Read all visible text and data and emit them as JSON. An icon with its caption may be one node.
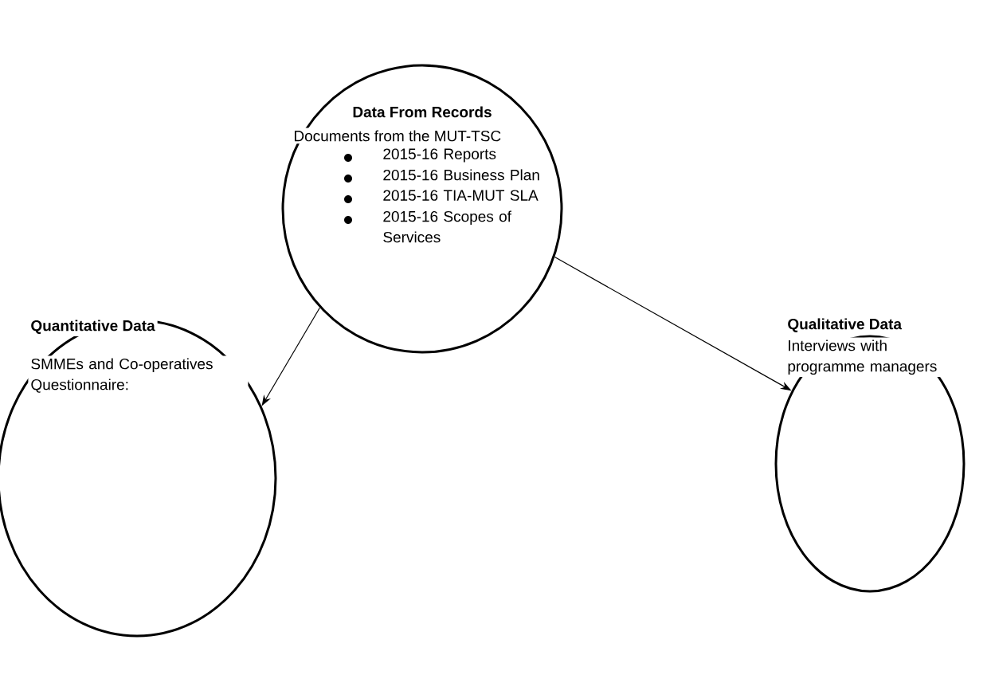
{
  "diagram": {
    "nodes": [
      {
        "text": [
          "Data From Records",
          "Documents from the MUT-TSC",
          "2015-16 Reports",
          "2015-16 Business Plan",
          "2015-16 TIA-MUT SLA",
          "2015-16 Scopes of Services"
        ]
      },
      {
        "text": [
          "Quantitative Data",
          "SMMEs and Co-operatives Questionnaire:"
        ]
      },
      {
        "text": [
          "Qualitative Data",
          "Interviews with programme managers"
        ]
      }
    ],
    "edges": [
      {
        "from": 0,
        "to": 1,
        "arrow": "to"
      },
      {
        "from": 0,
        "to": 2,
        "arrow": "to"
      }
    ]
  }
}
